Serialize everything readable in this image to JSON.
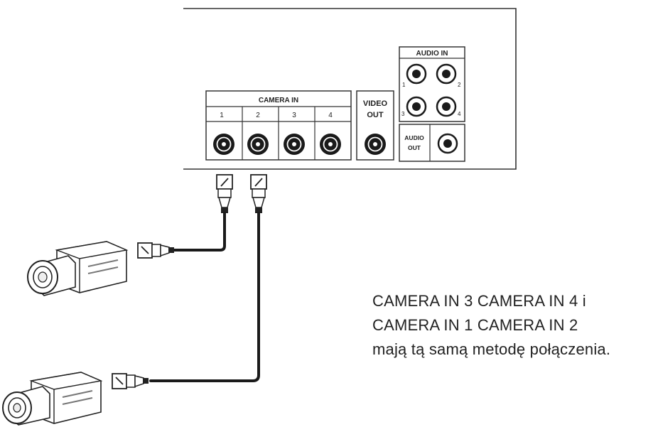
{
  "panel": {
    "camera_in_label": "CAMERA IN",
    "camera_channels": [
      "1",
      "2",
      "3",
      "4"
    ],
    "video_out_line1": "VIDEO",
    "video_out_line2": "OUT",
    "audio_in_label": "AUDIO IN",
    "audio_in_channels": [
      "1",
      "2",
      "3",
      "4"
    ],
    "audio_out_line1": "AUDIO",
    "audio_out_line2": "OUT"
  },
  "caption": {
    "line1": "CAMERA IN 3 CAMERA IN 4 i",
    "line2": "CAMERA IN 1 CAMERA IN 2",
    "line3": "mają tą samą metodę połączenia."
  }
}
